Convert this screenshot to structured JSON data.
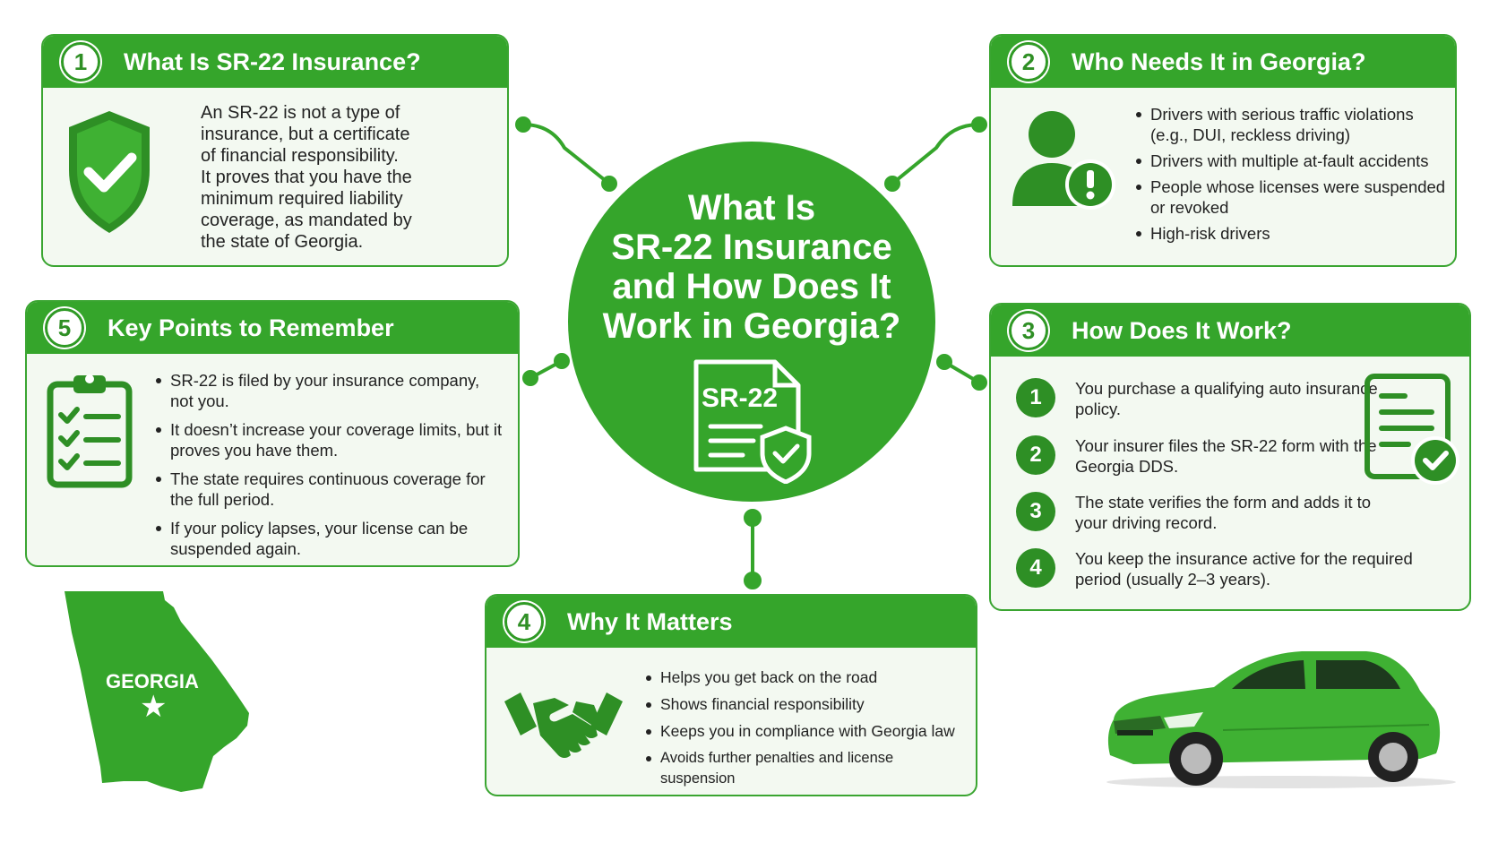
{
  "colors": {
    "primary": "#35a52b",
    "dark": "#2e8f25",
    "card_bg": "#f3f9f1"
  },
  "center": {
    "title_lines": [
      "What Is",
      "SR-22 Insurance",
      "and How Does It",
      "Work in Georgia?"
    ],
    "doc_label": "SR-22",
    "icon": "document-shield-icon"
  },
  "card1": {
    "number": "1",
    "title": "What Is SR-22 Insurance?",
    "icon": "shield-check-icon",
    "text_lines": [
      "An SR-22 is not a type of",
      "insurance, but a certificate",
      "of financial responsibility.",
      "It proves that you have the",
      "minimum required liability",
      "coverage, as mandated by",
      "the state of Georgia."
    ]
  },
  "card2": {
    "number": "2",
    "title": "Who Needs It in Georgia?",
    "icon": "person-alert-icon",
    "bullets": [
      "Drivers with serious traffic violations (e.g., DUI, reckless driving)",
      "Drivers with multiple at-fault accidents",
      "People whose licenses were suspended or revoked",
      "High-risk drivers"
    ]
  },
  "card3": {
    "number": "3",
    "title": "How Does It Work?",
    "icon": "form-check-icon",
    "steps": [
      {
        "n": "1",
        "text": "You purchase a qualifying auto insurance policy."
      },
      {
        "n": "2",
        "text": "Your insurer files the SR-22 form with the Georgia DDS."
      },
      {
        "n": "3",
        "text": "The state verifies the form and adds it to your driving record."
      },
      {
        "n": "4",
        "text": "You keep the insurance active for the required period (usually 2–3 years)."
      }
    ]
  },
  "card4": {
    "number": "4",
    "title": "Why It Matters",
    "icon": "handshake-icon",
    "bullets": [
      "Helps you get back on the road",
      "Shows financial responsibility",
      "Keeps you in compliance with Georgia law",
      "Avoids further penalties and license suspension"
    ]
  },
  "card5": {
    "number": "5",
    "title": "Key Points to Remember",
    "icon": "clipboard-checklist-icon",
    "bullets": [
      "SR-22 is filed by your insurance company, not you.",
      "It doesn’t increase your coverage limits, but it proves you have them.",
      "The state requires continuous coverage for the full period.",
      "If your policy lapses, your license can be suspended again."
    ]
  },
  "map": {
    "label": "GEORGIA",
    "icon": "georgia-map-icon"
  },
  "car": {
    "icon": "car-icon"
  }
}
